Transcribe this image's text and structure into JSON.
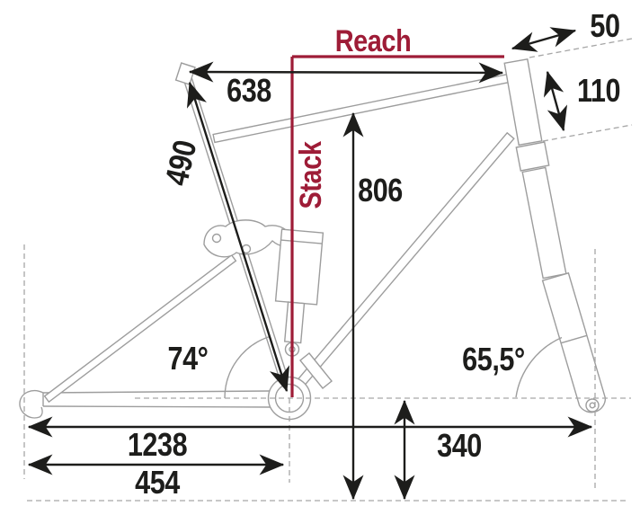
{
  "diagram": {
    "type": "bike-frame-geometry-diagram",
    "colors": {
      "accent_red": "#9e1c37",
      "dimension_black": "#1d1d1b",
      "frame_gray": "#9d9d9d",
      "background": "#ffffff"
    },
    "measurements": {
      "reach_label": "Reach",
      "stack_label": "Stack",
      "top_tube_length": "638",
      "seat_tube_length": "490",
      "standover_height": "806",
      "seat_tube_angle": "74°",
      "head_tube_angle": "65,5°",
      "bb_height": "340",
      "wheelbase": "1238",
      "chainstay_length": "454",
      "offset_top": "50",
      "head_tube_length": "110"
    }
  }
}
